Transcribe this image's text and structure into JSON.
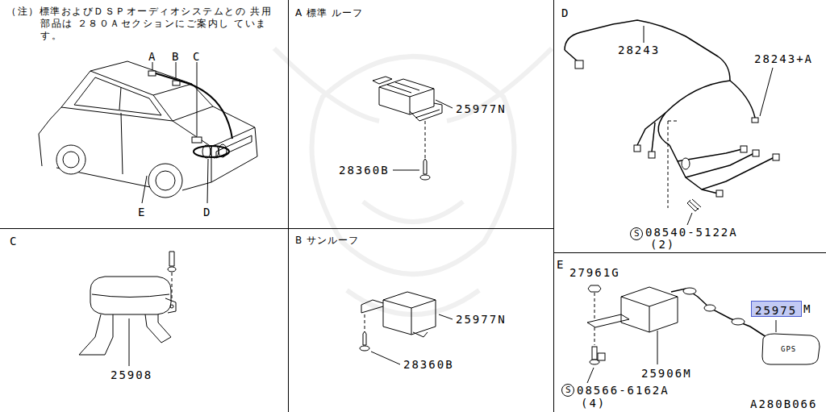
{
  "diagram": {
    "nodes": [
      {
        "text": [
          "25975"
        ]
      }
    ],
    "labels": [
      "（注）標準およびＤＳＰオーディオシステムとの 共用部品は ２８０Ａセクションにご案内し ています。",
      "A",
      "B",
      "C",
      "E",
      "D",
      "A 標準 ルーフ",
      "25977N",
      "28360B",
      "D",
      "28243",
      "28243+A",
      "S",
      "08540-5122A",
      "(2)",
      "C",
      "25908",
      "B サンルーフ",
      "25977N",
      "28360B",
      "E",
      "27961G",
      "M",
      "GPS",
      "25906M",
      "S",
      "08566-6162A",
      "(4)",
      "A280B066"
    ]
  }
}
